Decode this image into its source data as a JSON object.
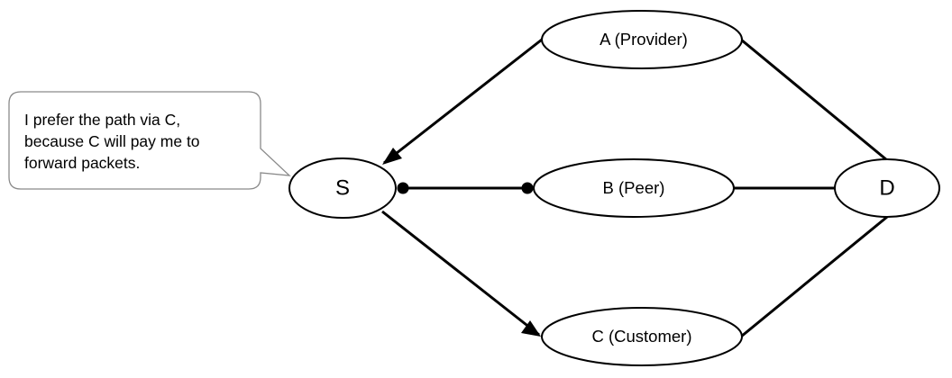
{
  "nodes": {
    "s": "S",
    "a": "A (Provider)",
    "b": "B (Peer)",
    "c": "C (Customer)",
    "d": "D"
  },
  "callout": {
    "lines": [
      "I prefer the path via C,",
      "because C will pay me to",
      "forward packets."
    ]
  },
  "colors": {
    "stroke": "#000000",
    "callout_border": "#8a8a8a",
    "background": "#ffffff"
  }
}
